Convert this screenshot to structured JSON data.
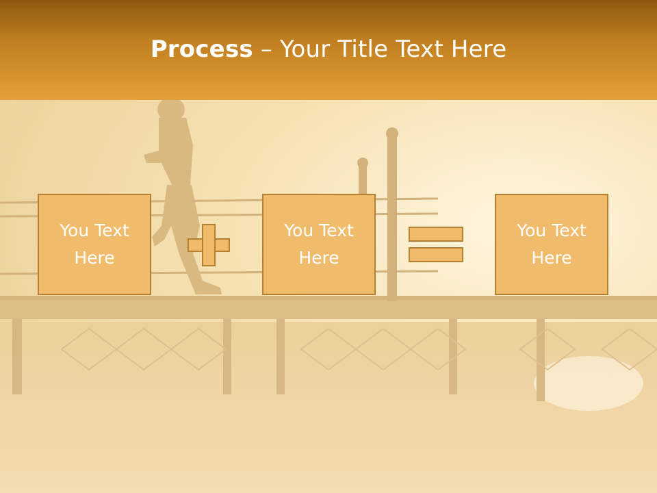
{
  "slide": {
    "title_bold": "Process",
    "title_rest": " – Your Title Text Here",
    "boxes": [
      {
        "line1": "You Text",
        "line2": "Here"
      },
      {
        "line1": "You Text",
        "line2": "Here"
      },
      {
        "line1": "You Text",
        "line2": "Here"
      }
    ],
    "colors": {
      "title_bar_top": "#8c5810",
      "title_bar_bottom": "#e3a03a",
      "box_fill": "#f0bc6b",
      "box_border": "#b68032",
      "text": "#ffffff"
    }
  }
}
